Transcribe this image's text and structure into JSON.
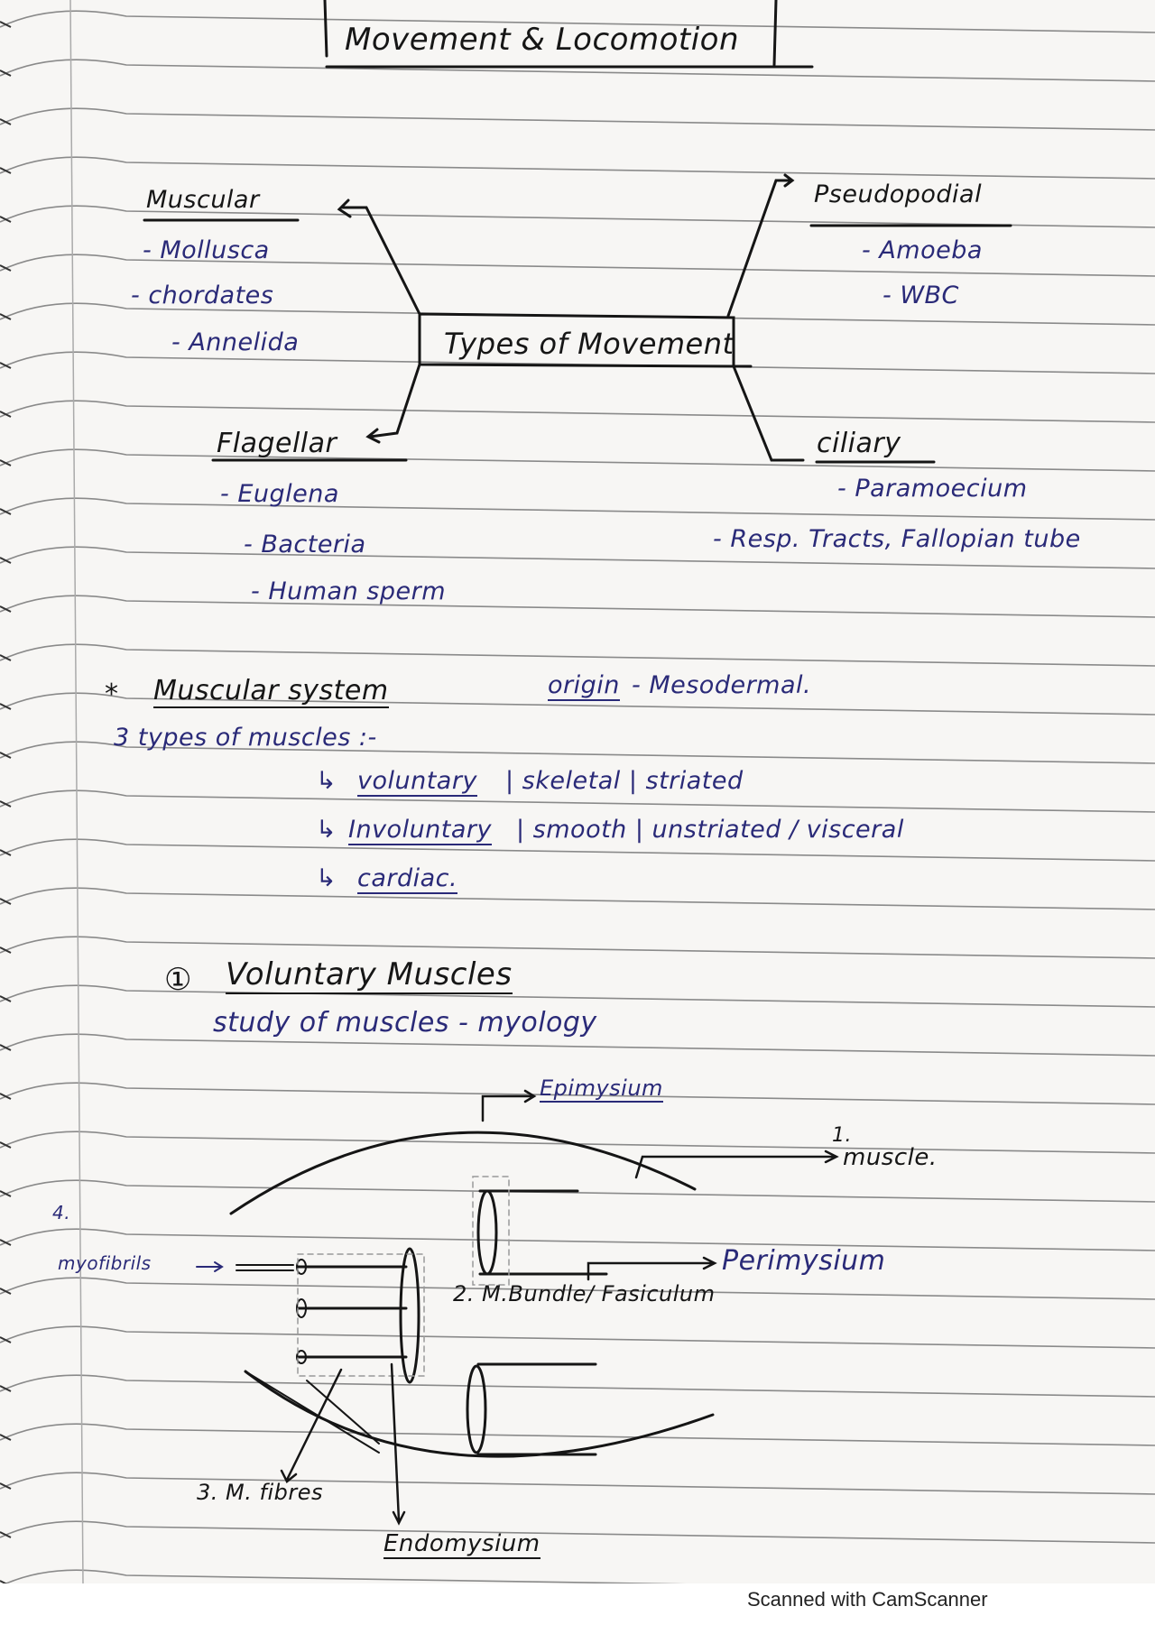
{
  "title": "Movement & Locomotion",
  "types_of_movement": {
    "center": "Types of Movement",
    "muscular": {
      "label": "Muscular",
      "items": [
        "- Mollusca",
        "- chordates",
        "- Annelida"
      ]
    },
    "pseudopodial": {
      "label": "Pseudopodial",
      "items": [
        "- Amoeba",
        "- WBC"
      ]
    },
    "flagellar": {
      "label": "Flagellar",
      "items": [
        "- Euglena",
        "- Bacteria",
        "- Human sperm"
      ]
    },
    "ciliary": {
      "label": "ciliary",
      "items": [
        "- Paramoecium",
        "- Resp. Tracts, Fallopian tube"
      ]
    }
  },
  "muscular_system": {
    "heading": "Muscular system",
    "star": "*",
    "origin_label": "origin",
    "origin_value": "- Mesodermal.",
    "types_intro": "3 types of muscles :-",
    "types": [
      {
        "arrow": "↳",
        "name": "voluntary",
        "rest": "| skeletal | striated"
      },
      {
        "arrow": "↳",
        "name": "Involuntary",
        "rest": "| smooth | unstriated / visceral"
      },
      {
        "arrow": "↳",
        "name": "cardiac.",
        "rest": ""
      }
    ]
  },
  "voluntary": {
    "number": "①",
    "heading": "Voluntary Muscles",
    "study": "study of muscles - myology",
    "labels": {
      "epimysium": "Epimysium",
      "muscle_num": "1.",
      "muscle": "muscle.",
      "myofibrils_num": "4.",
      "myofibrils": "myofibrils",
      "perimysium": "Perimysium",
      "bundle": "2. M.Bundle/ Fasiculum",
      "fibres": "3. M. fibres",
      "endomysium": "Endomysium"
    }
  },
  "footer": "Scanned with CamScanner"
}
